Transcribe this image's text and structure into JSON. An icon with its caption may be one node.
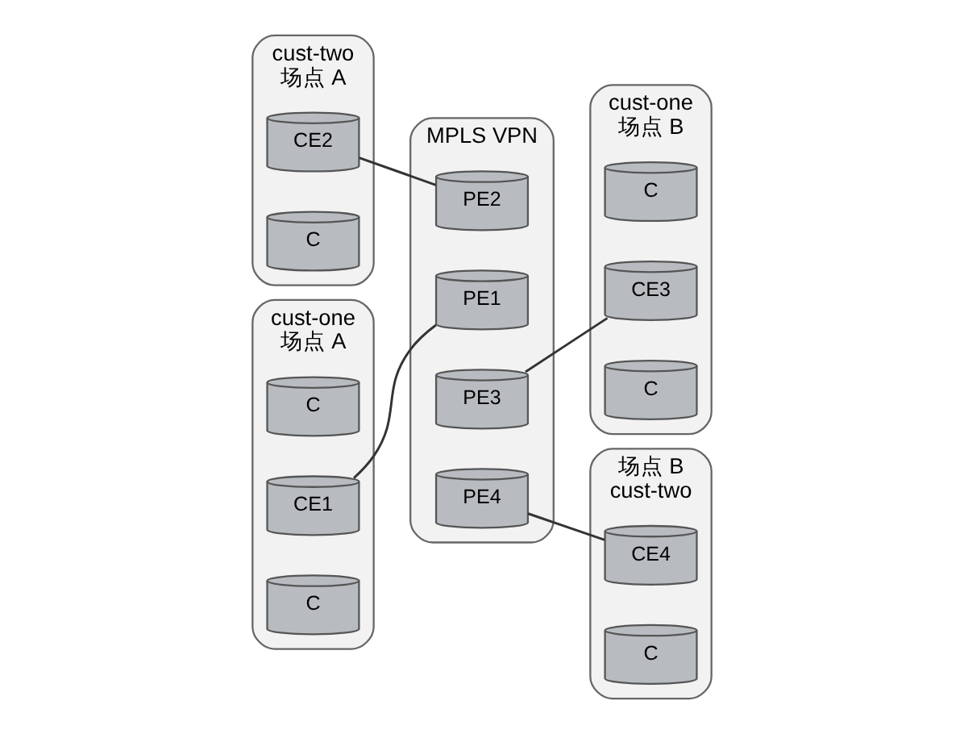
{
  "diagram": {
    "nodes": [
      {
        "text": [
          "cust-two",
          "场点 A"
        ]
      },
      {
        "text": [
          "CE2"
        ],
        "in": 0
      },
      {
        "text": [
          "C"
        ],
        "in": 0
      },
      {
        "text": [
          "cust-one",
          "场点 A"
        ]
      },
      {
        "text": [
          "C"
        ],
        "in": 3
      },
      {
        "text": [
          "CE1"
        ],
        "in": 3
      },
      {
        "text": [
          "C"
        ],
        "in": 3
      },
      {
        "text": [
          "MPLS VPN"
        ]
      },
      {
        "text": [
          "PE2"
        ],
        "in": 7
      },
      {
        "text": [
          "PE1"
        ],
        "in": 7
      },
      {
        "text": [
          "PE3"
        ],
        "in": 7
      },
      {
        "text": [
          "PE4"
        ],
        "in": 7
      },
      {
        "text": [
          "cust-one",
          "场点 B"
        ]
      },
      {
        "text": [
          "C"
        ],
        "in": 12
      },
      {
        "text": [
          "CE3"
        ],
        "in": 12
      },
      {
        "text": [
          "C"
        ],
        "in": 12
      },
      {
        "text": [
          "场点 B",
          "cust-two"
        ]
      },
      {
        "text": [
          "CE4"
        ],
        "in": 16
      },
      {
        "text": [
          "C"
        ],
        "in": 16
      }
    ],
    "edges": [
      {
        "from": 1,
        "to": 8,
        "arrow": "none"
      },
      {
        "from": 5,
        "to": 9,
        "arrow": "none"
      },
      {
        "from": 10,
        "to": 14,
        "arrow": "none"
      },
      {
        "from": 11,
        "to": 17,
        "arrow": "none"
      }
    ]
  }
}
